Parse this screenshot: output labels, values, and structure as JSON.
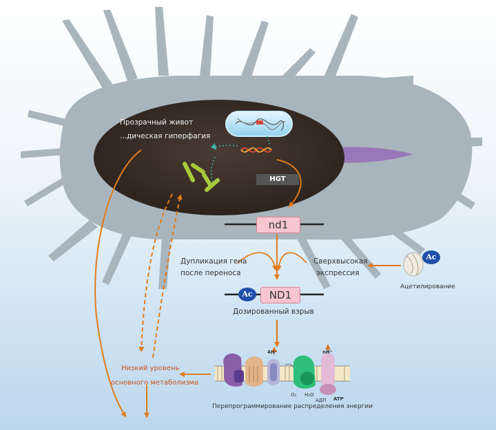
{
  "labels": {
    "hgt": "HGT",
    "nd1_gene": "nd1",
    "nd1_protein": "ND1",
    "duplication_line1": "Дупликация гена",
    "duplication_line2": "после переноса",
    "overexpression_line1": "Сверхвысокая",
    "overexpression_line2": "экспрессия",
    "acetylation": "Ацетилирование",
    "ac_symbol": "Ac",
    "dosage_burst": "Дозированный взрыв",
    "reprogramming": "Перепрограммирование распределения энергии",
    "low_metabolism_line1": "Низкий уровень",
    "low_metabolism_line2": "основного метаболизма",
    "gut_line1": "Прозрачный живот",
    "gut_line2": "...дическая гиперфагия"
  },
  "membrane_labels": {
    "h4": "4H⁺",
    "nh": "nH⁺",
    "o2": "O₂",
    "h2o": "H₂O",
    "adp": "АДП",
    "atp": "ATP"
  },
  "colors": {
    "arrow": "#e07b1a",
    "body": "#a9b5bd",
    "gut": "#3a2e28",
    "gene_box": "#f7c6cf",
    "ac_ball": "#1f4fa8",
    "bacteria": "#a8c93a",
    "tail": "#9a77b8"
  }
}
